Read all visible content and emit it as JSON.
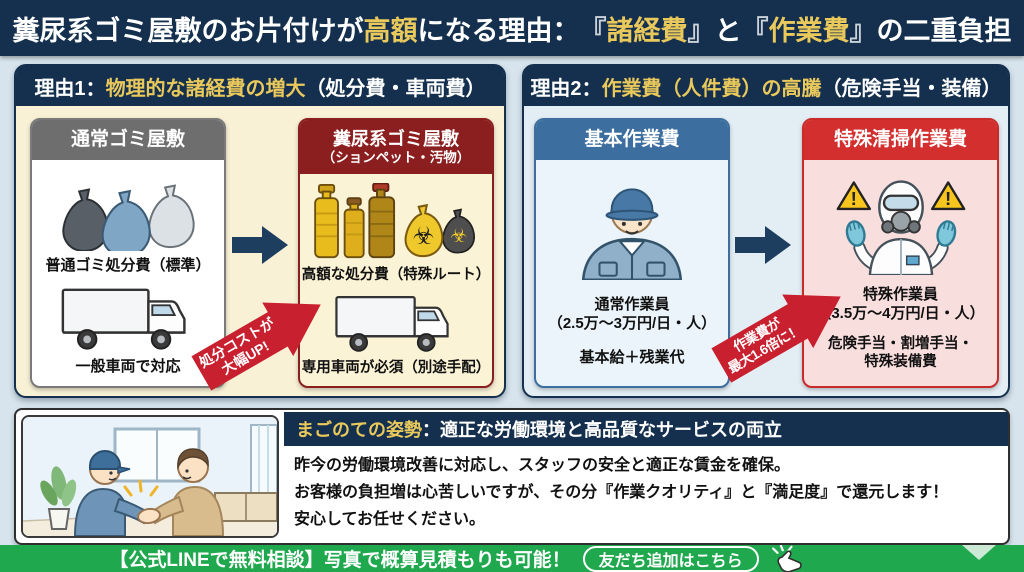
{
  "colors": {
    "gold": "#E9C85C",
    "navy": "#14304E",
    "badge_red": "#C8202F",
    "line_green": "#1FA84D"
  },
  "header": {
    "t1": "糞尿系ゴミ屋敷のお片付けが",
    "hl1": "高額",
    "t2": "になる理由：",
    "b_open1": "『",
    "hl2": "諸経費",
    "b_close1": "』",
    "t3": "と",
    "b_open2": "『",
    "hl3": "作業費",
    "b_close2": "』",
    "t4": "の二重負担"
  },
  "reason1": {
    "prefix": "理由1：",
    "highlight": "物理的な諸経費の増大",
    "suffix": "（処分費・車両費）",
    "normal": {
      "title": "通常ゴミ屋敷",
      "caption_bags": "普通ゴミ処分費（標準）",
      "caption_truck": "一般車両で対応"
    },
    "dirty": {
      "title1": "糞尿系ゴミ屋敷",
      "title2": "（ションペット・汚物）",
      "caption_waste": "高額な処分費（特殊ルート）",
      "caption_truck": "専用車両が必須（別途手配）"
    },
    "badge": {
      "line1": "処分コストが",
      "line2": "大幅UP!"
    }
  },
  "reason2": {
    "prefix": "理由2：",
    "highlight": "作業費（人件費）の高騰",
    "suffix": "（危険手当・装備）",
    "basic": {
      "title": "基本作業費",
      "name": "通常作業員",
      "rate": "（2.5万～3万円/日・人）",
      "note": "基本給＋残業代"
    },
    "special": {
      "title": "特殊清掃作業費",
      "name": "特殊作業員",
      "rate": "（3.5万～4万円/日・人）",
      "note1": "危険手当・割増手当・",
      "note2": "特殊装備費"
    },
    "badge": {
      "line1": "作業費が",
      "line2": "最大1.6倍に！"
    }
  },
  "policy": {
    "title_highlight": "まごのての姿勢",
    "title_rest": "：適正な労働環境と高品質なサービスの両立",
    "line1": "昨今の労働環境改善に対応し、スタッフの安全と適正な賃金を確保。",
    "line2": "お客様の負担増は心苦しいですが、その分『作業クオリティ』と『満足度』で還元します！",
    "line3": "安心してお任せください。"
  },
  "footer": {
    "message": "【公式LINEで無料相談】写真で概算見積もりも可能！",
    "button_label": "友だち追加はこちら"
  },
  "icons": {
    "biohazard": "☣",
    "warning_mark": "!"
  }
}
